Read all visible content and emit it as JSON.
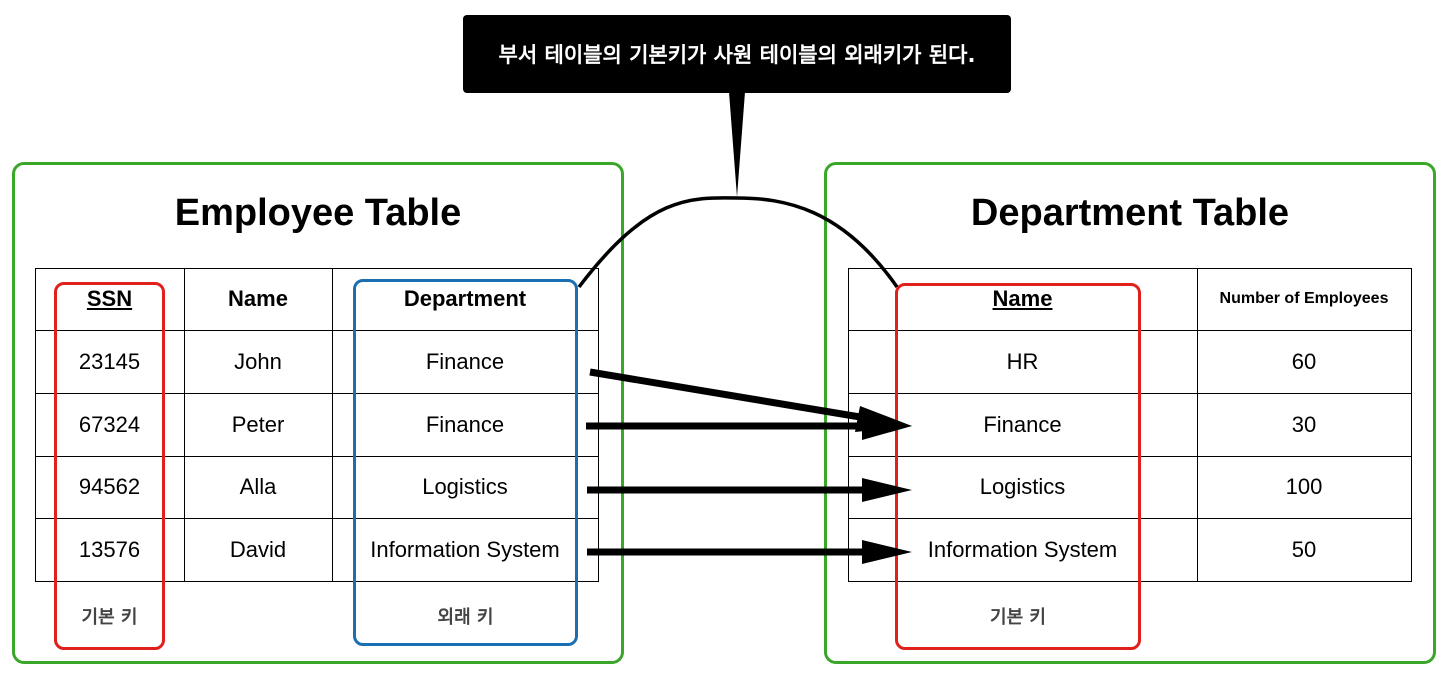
{
  "callout": {
    "text": "부서 테이블의 기본키가 사원 테이블의 외래키가 된다."
  },
  "employee": {
    "title": "Employee Table",
    "headers": [
      "SSN",
      "Name",
      "Department"
    ],
    "rows": [
      [
        "23145",
        "John",
        "Finance"
      ],
      [
        "67324",
        "Peter",
        "Finance"
      ],
      [
        "94562",
        "Alla",
        "Logistics"
      ],
      [
        "13576",
        "David",
        "Information System"
      ]
    ],
    "primary_key_label": "기본 키",
    "foreign_key_label": "외래 키"
  },
  "department": {
    "title": "Department Table",
    "headers": [
      "Name",
      "Number of Employees"
    ],
    "rows": [
      [
        "HR",
        "60"
      ],
      [
        "Finance",
        "30"
      ],
      [
        "Logistics",
        "100"
      ],
      [
        "Information System",
        "50"
      ]
    ],
    "primary_key_label": "기본 키"
  },
  "colors": {
    "panel_border": "#3aa62a",
    "primary_key_highlight": "#e0201b",
    "foreign_key_highlight": "#1a6fb3",
    "callout_bg": "#000000"
  }
}
